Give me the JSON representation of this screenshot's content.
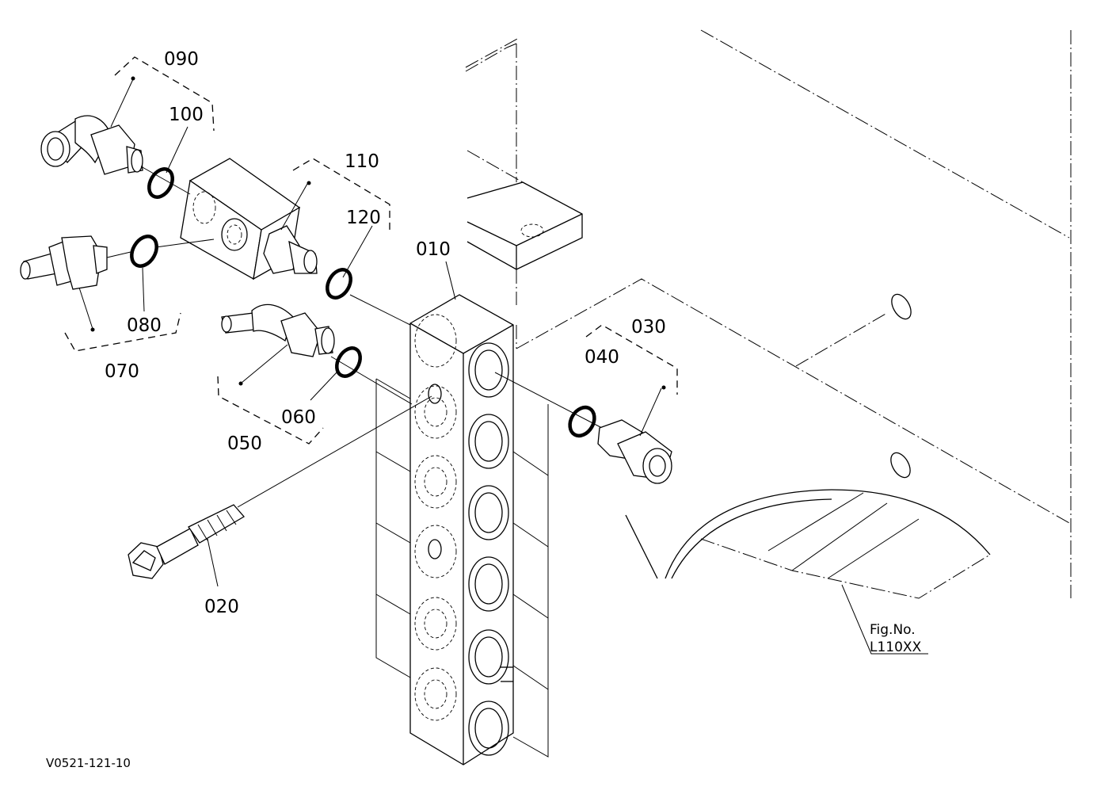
{
  "labels": {
    "p010": "010",
    "p020": "020",
    "p030": "030",
    "p040": "040",
    "p050": "050",
    "p060": "060",
    "p070": "070",
    "p080": "080",
    "p090": "090",
    "p100": "100",
    "p110": "110",
    "p120": "120"
  },
  "figure_ref": {
    "line1": "Fig.No.",
    "line2": "L110XX"
  },
  "drawing_code": "V0521-121-10"
}
